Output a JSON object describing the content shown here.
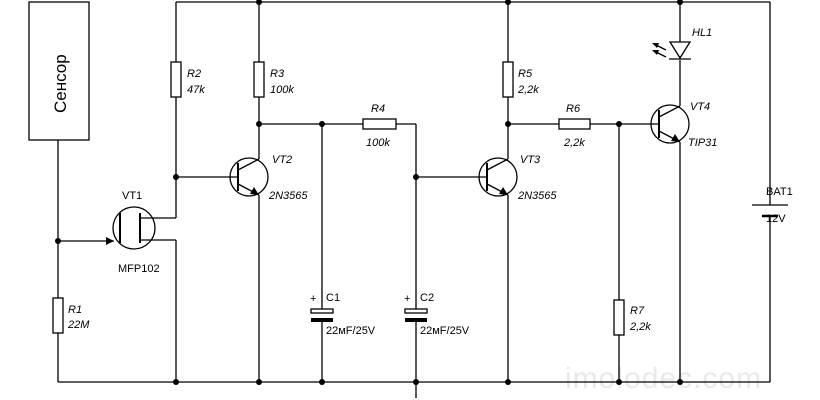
{
  "sensor": {
    "label": "Сенсор"
  },
  "components": {
    "R1": {
      "ref": "R1",
      "value": "22M"
    },
    "R2": {
      "ref": "R2",
      "value": "47k"
    },
    "R3": {
      "ref": "R3",
      "value": "100k"
    },
    "R4": {
      "ref": "R4",
      "value": "100k"
    },
    "R5": {
      "ref": "R5",
      "value": "2,2k"
    },
    "R6": {
      "ref": "R6",
      "value": "2,2k"
    },
    "R7": {
      "ref": "R7",
      "value": "2,2k"
    },
    "C1": {
      "ref": "C1",
      "value": "22мF/25V",
      "polarity": "+"
    },
    "C2": {
      "ref": "C2",
      "value": "22мF/25V",
      "polarity": "+"
    },
    "VT1": {
      "ref": "VT1",
      "value": "MFP102"
    },
    "VT2": {
      "ref": "VT2",
      "value": "2N3565"
    },
    "VT3": {
      "ref": "VT3",
      "value": "2N3565"
    },
    "VT4": {
      "ref": "VT4",
      "value": "TIP31"
    },
    "HL1": {
      "ref": "HL1"
    },
    "BAT1": {
      "ref": "BAT1",
      "value": "12V"
    }
  },
  "watermark": "imolodec.com"
}
